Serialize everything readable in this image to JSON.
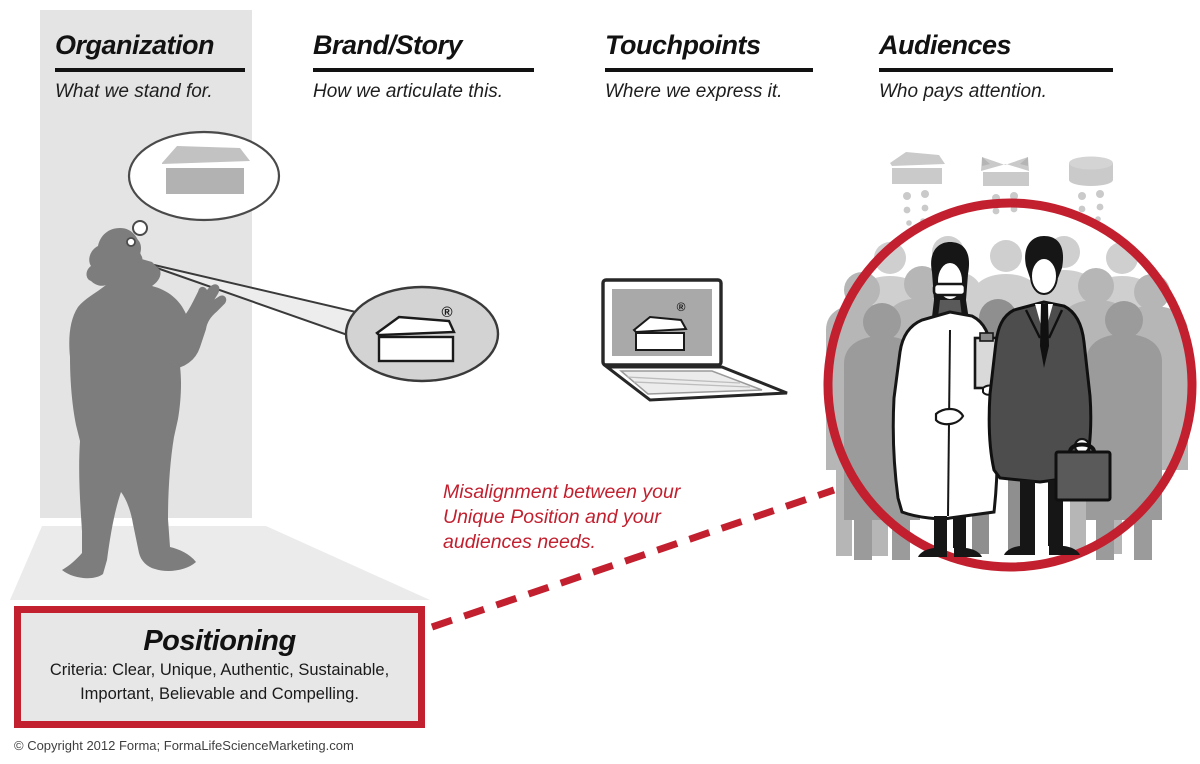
{
  "header_columns": [
    {
      "title": "Organization",
      "subtitle": "What we stand for."
    },
    {
      "title": "Brand/Story",
      "subtitle": "How we articulate this."
    },
    {
      "title": "Touchpoints",
      "subtitle": "Where we express it."
    },
    {
      "title": "Audiences",
      "subtitle": "Who pays attention."
    }
  ],
  "annotation": {
    "line1": "Misalignment between your",
    "line2": "Unique Position and your",
    "line3": "audiences needs."
  },
  "positioning_box": {
    "title": "Positioning",
    "criteria_line1": "Criteria: Clear, Unique, Authentic, Sustainable,",
    "criteria_line2": "Important, Believable and Compelling."
  },
  "footer": {
    "copyright": "© Copyright 2012 Forma; FormaLifeScienceMarketing.com"
  },
  "symbols": {
    "registered": "®"
  },
  "icons": {
    "thought_bubble": "thought-bubble-icon",
    "product_box": "product-box-icon",
    "speech_bubble": "speech-bubble-icon",
    "laptop": "laptop-icon",
    "box_need": "flat-box-need-icon",
    "xbox_need": "crossed-box-need-icon",
    "cylinder_need": "cylinder-need-icon",
    "crowd": "audience-crowd",
    "highlight": "misalignment-circle",
    "connector": "dashed-connector"
  },
  "colors": {
    "accent_red": "#c2202f",
    "ink": "#121212",
    "silhouette_gray": "#7d7d7d",
    "wall_gray": "#e4e4e4",
    "floor_gray": "#ebebeb",
    "speech_bubble_gray": "#d3d3d3",
    "laptop_screen_gray": "#a9a9a9",
    "crowd_light": "#cfcfcf",
    "crowd_mid": "#b6b6b6",
    "crowd_dark": "#9b9b9b",
    "suit_gray": "#4d4d4d"
  }
}
